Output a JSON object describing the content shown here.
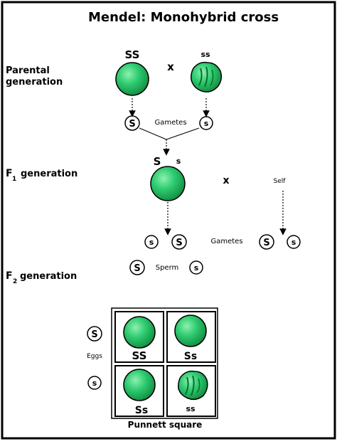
{
  "title": "Mendel: Monohybrid cross",
  "rows": {
    "parental": "Parental generation",
    "f1_base": "F",
    "f1_sub": "1",
    "f1_rest": "generation",
    "f2_base": "F",
    "f2_sub": "2",
    "f2_rest": "generation"
  },
  "parental": {
    "left_genotype": "SS",
    "right_genotype": "ss",
    "cross_symbol": "x",
    "gamete_left": "S",
    "gamete_right": "s",
    "gametes_label": "Gametes"
  },
  "f1": {
    "genotype_big": "S",
    "genotype_small": "s",
    "cross_symbol": "x",
    "self_label": "Self",
    "gamete_1": "s",
    "gamete_2": "S",
    "gametes_label": "Gametes",
    "gamete_3": "S",
    "gamete_4": "s"
  },
  "f2": {
    "sperm_left": "S",
    "sperm_label": "Sperm",
    "sperm_right": "s",
    "egg_top": "S",
    "eggs_label": "Eggs",
    "egg_bottom": "s",
    "cells": [
      {
        "genotype": "SS",
        "pea": "round"
      },
      {
        "genotype": "Ss",
        "pea": "round"
      },
      {
        "genotype": "Ss",
        "pea": "round"
      },
      {
        "genotype": "ss",
        "pea": "wrinkled"
      }
    ],
    "caption": "Punnett square"
  },
  "colors": {
    "pea_green": "#2ecc71",
    "pea_dark": "#0a6b2e",
    "outline": "#000000"
  }
}
